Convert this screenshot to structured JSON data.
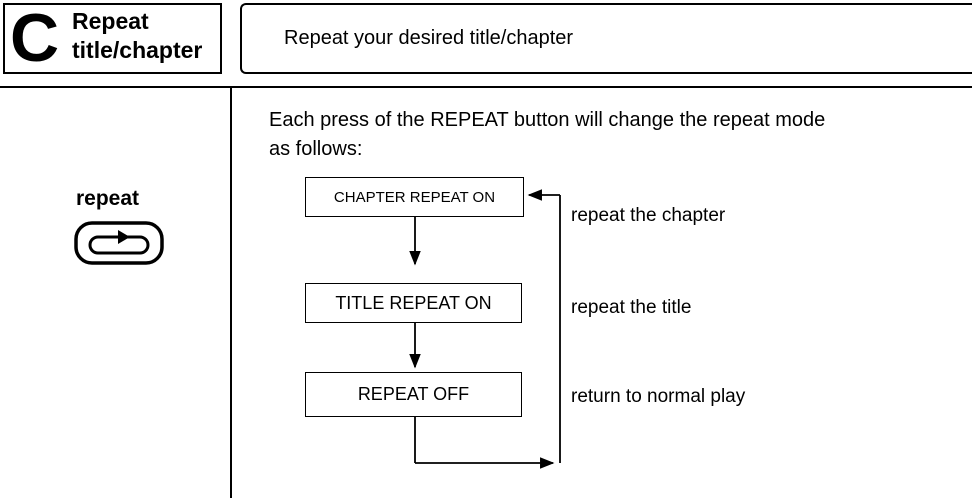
{
  "header": {
    "letter": "C",
    "title_line1": "Repeat",
    "title_line2": "title/chapter",
    "description": "Repeat your desired title/chapter"
  },
  "button": {
    "label": "repeat",
    "icon": "repeat-icon"
  },
  "intro": {
    "line1": "Each press of the REPEAT button will change the repeat mode",
    "line2": "as follows:"
  },
  "modes": [
    {
      "label": "CHAPTER REPEAT ON",
      "note": "repeat the chapter"
    },
    {
      "label": "TITLE REPEAT ON",
      "note": "repeat the title"
    },
    {
      "label": "REPEAT OFF",
      "note": "return to normal play"
    }
  ]
}
